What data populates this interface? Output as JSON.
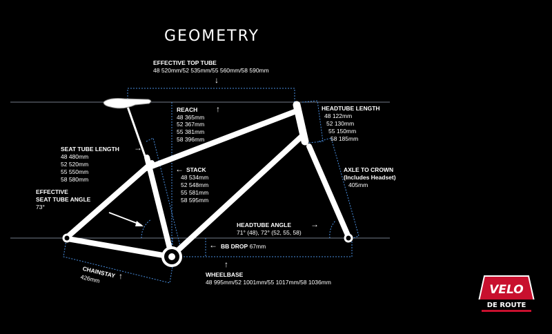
{
  "title": "GEOMETRY",
  "effective_top_tube": {
    "label": "EFFECTIVE TOP TUBE",
    "values": "48 520mm/52 535mm/55 560mm/58 590mm"
  },
  "reach": {
    "label": "REACH",
    "values": [
      "48 365mm",
      "52 367mm",
      "55 381mm",
      "58 396mm"
    ]
  },
  "headtube_length": {
    "label": "HEADTUBE LENGTH",
    "values": [
      "48 122mm",
      "52 130mm",
      "55 150mm",
      "58 185mm"
    ]
  },
  "seat_tube_length": {
    "label": "SEAT TUBE LENGTH",
    "values": [
      "48 480mm",
      "52 520mm",
      "55 550mm",
      "58  580mm"
    ]
  },
  "stack": {
    "label": "STACK",
    "values": [
      "48 534mm",
      "52 548mm",
      "55 581mm",
      "58 595mm"
    ]
  },
  "axle_to_crown": {
    "label": "AXLE TO CROWN",
    "note": "(Includes Headset)",
    "value": "405mm"
  },
  "seat_tube_angle": {
    "label_line1": "EFFECTIVE",
    "label_line2": "SEAT TUBE ANGLE",
    "value": "73°"
  },
  "headtube_angle": {
    "label": "HEADTUBE ANGLE",
    "value": "71° (48), 72° (52, 55, 58)"
  },
  "bb_drop": {
    "label": "BB DROP",
    "value": "67mm"
  },
  "chainstay": {
    "label": "CHAINSTAY",
    "value": "426mm"
  },
  "wheelbase": {
    "label": "WHEELBASE",
    "values": "48 995mm/52 1001mm/55 1017mm/58 1036mm"
  },
  "logo": {
    "top": "VELO",
    "bottom": "DE ROUTE",
    "accent": "#c8102e"
  },
  "colors": {
    "background": "#000000",
    "frame": "#ffffff",
    "dimension": "#4a90e2",
    "guide": "#9aa6b8"
  }
}
